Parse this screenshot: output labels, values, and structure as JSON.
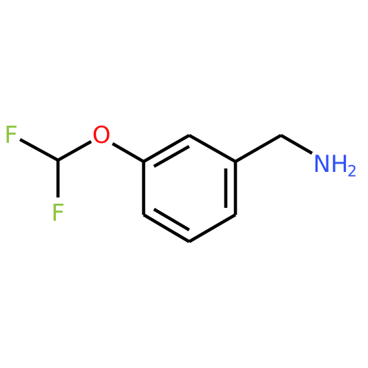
{
  "molecule": {
    "atoms": {
      "fluorine_top": {
        "symbol": "F",
        "color": "#8dc63f"
      },
      "fluorine_bottom": {
        "symbol": "F",
        "color": "#8dc63f"
      },
      "oxygen": {
        "symbol": "O",
        "color": "#ff0d0d"
      },
      "amine": {
        "symbol": "NH",
        "subscript": "2",
        "color": "#3050f8"
      }
    },
    "bond_color": "#000000"
  }
}
